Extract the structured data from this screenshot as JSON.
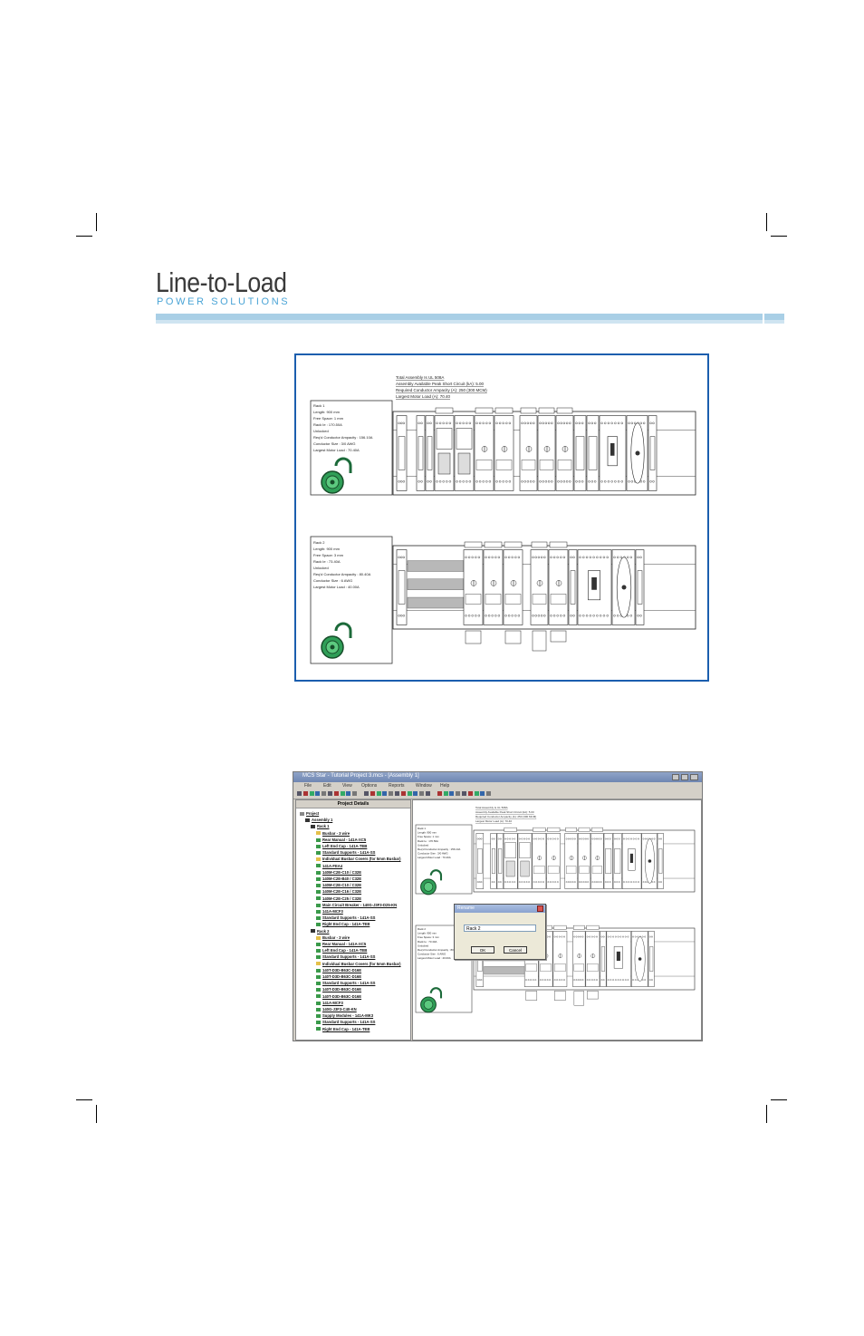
{
  "brand": {
    "title": "Line-to-Load",
    "subtitle": "POWER SOLUTIONS",
    "accent_color": "#4aa4d6"
  },
  "figure1": {
    "border_color": "#1b5eae",
    "summary_lines": [
      "Total Assembly Is UL 508A",
      "Assembly Available Peak Short Circuit (kA): 5.00",
      "Required Conductor Ampacity (A): 250 (300 MCM)",
      "Largest Motor Load (A): 70.40"
    ],
    "racks": [
      {
        "lines": [
          "Rack 1",
          "Length: 900 mm",
          "Free Space: 1 mm",
          "Rack Ie : 170.50A",
          "Unlocked",
          "Req'd Conductor Ampacity : 156.10A",
          "Conductor Size : 3/0 AWG",
          "Largest Motor Load : 70.40A"
        ],
        "lock_icon": "unlocked-padlock-icon"
      },
      {
        "lines": [
          "Rack 2",
          "Length: 900 mm",
          "Free Space: 3 mm",
          "Rack Ie : 73.40A",
          "Unlocked",
          "Req'd Conductor Ampacity : 80.40A",
          "Conductor Size : 6 AWG",
          "Largest Motor Load : 40.00A"
        ],
        "lock_icon": "unlocked-padlock-icon"
      }
    ]
  },
  "figure2": {
    "window_title": "MCS Star - Tutorial Project 3.mcs - [Assembly 1]",
    "menu": [
      "File",
      "Edit",
      "View",
      "Options",
      "Reports",
      "Window",
      "Help"
    ],
    "tree_header": "Project Details",
    "tree": [
      {
        "level": 0,
        "label": "Project"
      },
      {
        "level": 1,
        "label": "Assembly 1"
      },
      {
        "level": 2,
        "label": "Rack 1"
      },
      {
        "level": 3,
        "label": "Busbar - 3 wire"
      },
      {
        "level": 3,
        "label": "Rear Manual - 141A-XC5"
      },
      {
        "level": 3,
        "label": "Left End Cap - 141A-TEB"
      },
      {
        "level": 3,
        "label": "Standard Supports - 141A-SS"
      },
      {
        "level": 3,
        "label": "Individual Busbar Covers (for 5mm Busbar)"
      },
      {
        "level": 3,
        "label": "141A-FEA4"
      },
      {
        "level": 3,
        "label": "140M-C2E-C10 / C32E"
      },
      {
        "level": 3,
        "label": "140M-C2E-B40 / C32E"
      },
      {
        "level": 3,
        "label": "140M-C2E-C10 / C32E"
      },
      {
        "level": 3,
        "label": "140M-C2E-C16 / C32E"
      },
      {
        "level": 3,
        "label": "140M-C2E-C25 / C32E"
      },
      {
        "level": 3,
        "label": "Main Circuit Breaker - 140G-J3F3-D25-KN"
      },
      {
        "level": 3,
        "label": "141A-MCF3"
      },
      {
        "level": 3,
        "label": "Standard Supports - 141A-SS"
      },
      {
        "level": 3,
        "label": "Right End Cap - 141A-TEB"
      },
      {
        "level": 2,
        "label": "Rack 2"
      },
      {
        "level": 3,
        "label": "Busbar - 3 wire"
      },
      {
        "level": 3,
        "label": "Rear Manual - 141A-XC5"
      },
      {
        "level": 3,
        "label": "Left End Cap - 141A-TEB"
      },
      {
        "level": 3,
        "label": "Standard Supports - 141A-SS"
      },
      {
        "level": 3,
        "label": "Individual Busbar Covers (for 5mm Busbar)"
      },
      {
        "level": 3,
        "label": "140T-D3D-B63C-D16E"
      },
      {
        "level": 3,
        "label": "140T-D3D-B63C-D16E"
      },
      {
        "level": 3,
        "label": "Standard Supports - 141A-SS"
      },
      {
        "level": 3,
        "label": "140T-D3D-B63C-D16E"
      },
      {
        "level": 3,
        "label": "140T-D3D-B63C-D16E"
      },
      {
        "level": 3,
        "label": "141A-MCF3"
      },
      {
        "level": 3,
        "label": "140G-J3F3-C40-KN"
      },
      {
        "level": 3,
        "label": "Supply Modules - 141A-MK3"
      },
      {
        "level": 3,
        "label": "Standard Supports - 141A-SS"
      },
      {
        "level": 3,
        "label": "Right End Cap - 141A-TEB"
      }
    ],
    "dialog": {
      "title": "Rename",
      "value": "Rack 2",
      "ok": "OK",
      "cancel": "Cancel"
    }
  }
}
